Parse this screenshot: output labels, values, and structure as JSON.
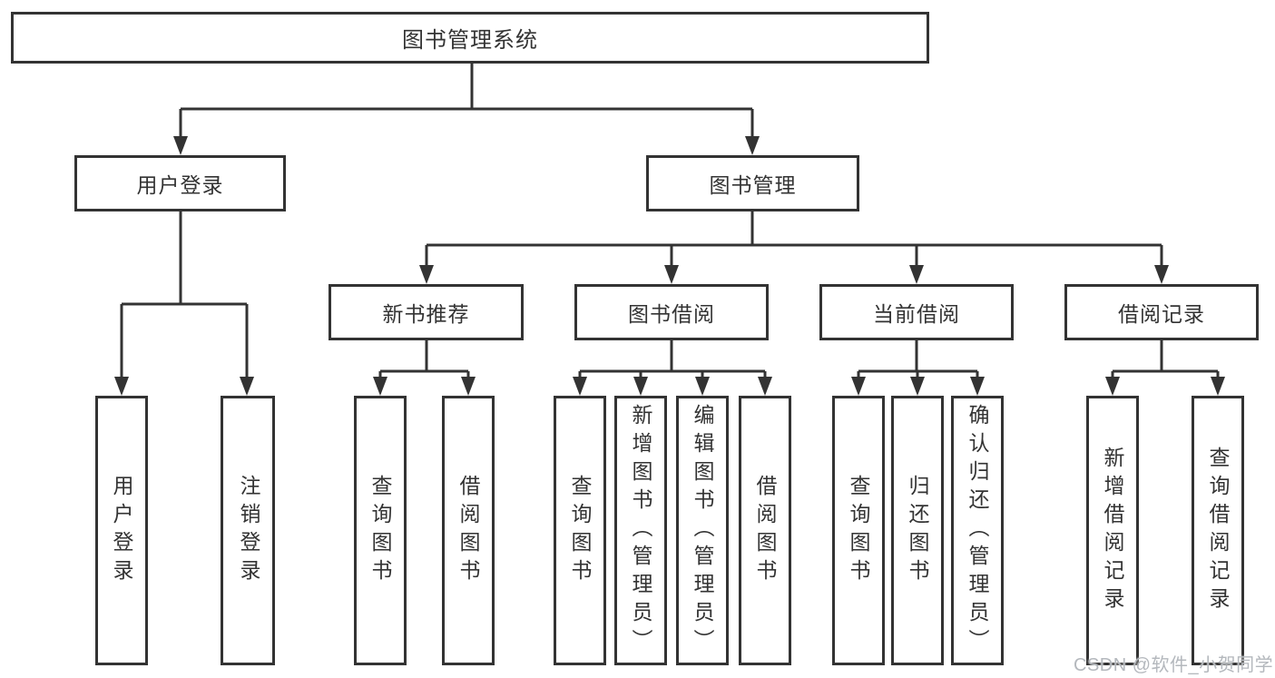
{
  "diagram": {
    "root": {
      "label": "图书管理系统",
      "children": [
        {
          "label": "用户登录",
          "children": [
            {
              "label": "用户登录"
            },
            {
              "label": "注销登录"
            }
          ]
        },
        {
          "label": "图书管理",
          "children": [
            {
              "label": "新书推荐",
              "children": [
                {
                  "label": "查询图书"
                },
                {
                  "label": "借阅图书"
                }
              ]
            },
            {
              "label": "图书借阅",
              "children": [
                {
                  "label": "查询图书"
                },
                {
                  "label": "新增图书（管理员）"
                },
                {
                  "label": "编辑图书（管理员）"
                },
                {
                  "label": "借阅图书"
                }
              ]
            },
            {
              "label": "当前借阅",
              "children": [
                {
                  "label": "查询图书"
                },
                {
                  "label": "归还图书"
                },
                {
                  "label": "确认归还（管理员）"
                }
              ]
            },
            {
              "label": "借阅记录",
              "children": [
                {
                  "label": "新增借阅记录"
                },
                {
                  "label": "查询借阅记录"
                }
              ]
            }
          ]
        }
      ]
    }
  },
  "watermark": {
    "text": "CSDN @软件_小贺同学"
  },
  "colors": {
    "line": "#333333",
    "text": "#333333",
    "background": "#ffffff",
    "watermark": "#b4b8bd"
  }
}
